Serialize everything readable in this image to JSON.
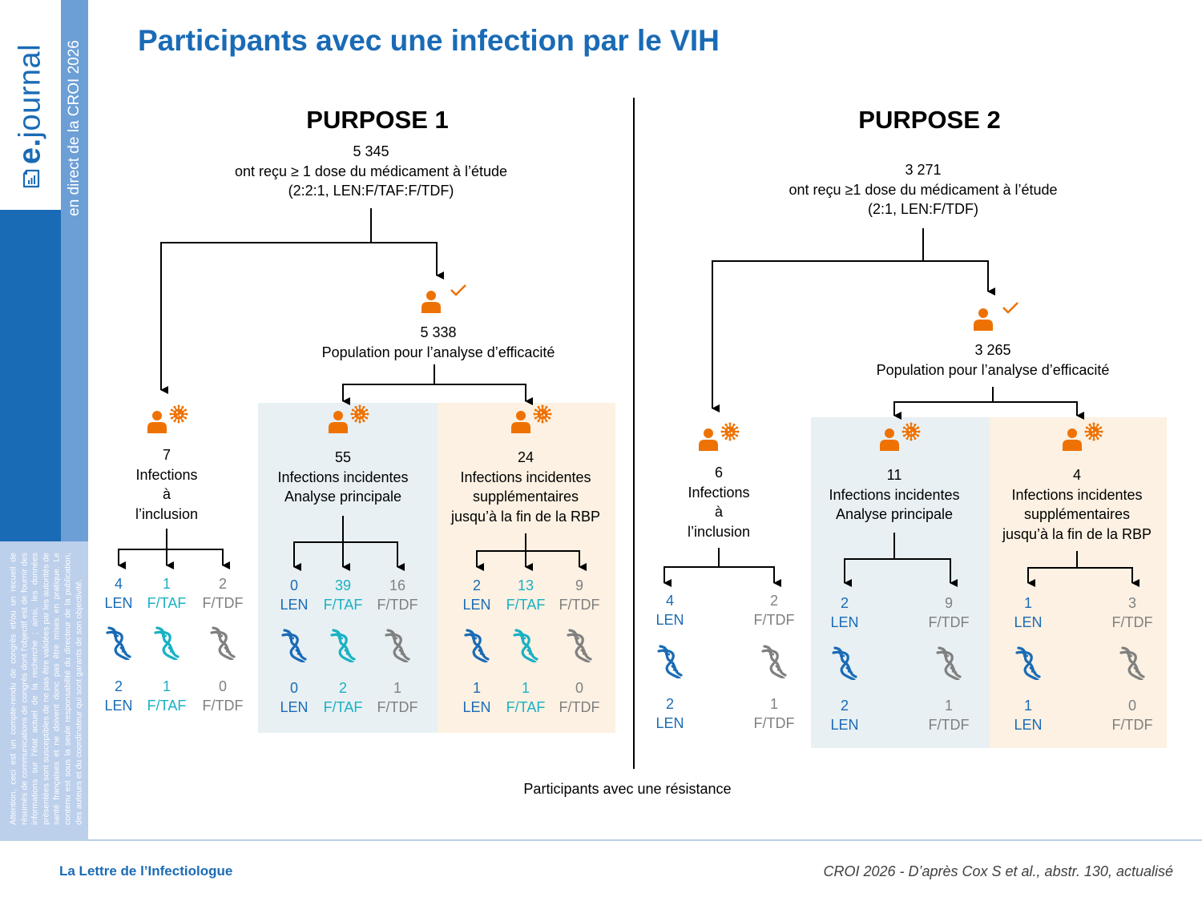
{
  "sidebar": {
    "brand_bold": "e.",
    "brand_rest": "journal",
    "subtitle": "en direct de la CROI 2026",
    "disclaimer": "Attention, ceci est un compte-rendu de congrès et/ou un recueil de résumés de communications de congrès dont l'objectif est de fournir des informations sur l'état actuel de la recherche ; ainsi, les données présentées sont susceptibles de ne pas être validées par les autorités de santé françaises et ne doivent donc pas être mises en pratique. Le contenu est sous la seule responsabilité du directeur de la publication, des auteurs et du coordinateur qui sont garants de son objectivité.",
    "icon": "report-chart-icon"
  },
  "title": "Participants avec une infection par le VIH",
  "resistance_label": "Participants avec une résistance",
  "colors": {
    "accent": "#1a6bb5",
    "orange": "#ee7203",
    "len": "#1a6bb5",
    "ftaf": "#19b1c4",
    "ftdf": "#808080"
  },
  "footer": {
    "journal": "La Lettre de l’Infectiologue",
    "source": "CROI 2026 - D’après Cox S et al., abstr. 130, actualisé"
  },
  "purpose1": {
    "title": "PURPOSE 1",
    "top": {
      "count": "5 345",
      "line1": "ont reçu ≥ 1 dose du médicament à l’étude",
      "line2": "(2:2:1, LEN:F/TAF:F/TDF)"
    },
    "efficacy": {
      "count": "5 338",
      "label": "Population pour l’analyse d’efficacité"
    },
    "baseline": {
      "count": "7",
      "line1": "Infections",
      "line2": "à",
      "line3": "l’inclusion",
      "arms": [
        {
          "n": "4",
          "arm": "LEN",
          "res": "2"
        },
        {
          "n": "1",
          "arm": "F/TAF",
          "res": "1"
        },
        {
          "n": "2",
          "arm": "F/TDF",
          "res": "0"
        }
      ]
    },
    "primary": {
      "count": "55",
      "line1": "Infections incidentes",
      "line2": "Analyse principale",
      "arms": [
        {
          "n": "0",
          "arm": "LEN",
          "res": "0"
        },
        {
          "n": "39",
          "arm": "F/TAF",
          "res": "2"
        },
        {
          "n": "16",
          "arm": "F/TDF",
          "res": "1"
        }
      ]
    },
    "additional": {
      "count": "24",
      "line1": "Infections incidentes",
      "line2": "supplémentaires",
      "line3": "jusqu’à la fin de la RBP",
      "arms": [
        {
          "n": "2",
          "arm": "LEN",
          "res": "1"
        },
        {
          "n": "13",
          "arm": "F/TAF",
          "res": "1"
        },
        {
          "n": "9",
          "arm": "F/TDF",
          "res": "0"
        }
      ]
    }
  },
  "purpose2": {
    "title": "PURPOSE 2",
    "top": {
      "count": "3 271",
      "line1": "ont reçu ≥1 dose du médicament à l’étude",
      "line2": "(2:1, LEN:F/TDF)"
    },
    "efficacy": {
      "count": "3 265",
      "label": "Population pour l’analyse d’efficacité"
    },
    "baseline": {
      "count": "6",
      "line1": "Infections",
      "line2": "à",
      "line3": "l’inclusion",
      "arms": [
        {
          "n": "4",
          "arm": "LEN",
          "res": "2"
        },
        {
          "n": "2",
          "arm": "F/TDF",
          "res": "1"
        }
      ]
    },
    "primary": {
      "count": "11",
      "line1": "Infections incidentes",
      "line2": "Analyse principale",
      "arms": [
        {
          "n": "2",
          "arm": "LEN",
          "res": "2"
        },
        {
          "n": "9",
          "arm": "F/TDF",
          "res": "1"
        }
      ]
    },
    "additional": {
      "count": "4",
      "line1": "Infections incidentes",
      "line2": "supplémentaires",
      "line3": "jusqu’à la fin de la RBP",
      "arms": [
        {
          "n": "1",
          "arm": "LEN",
          "res": "1"
        },
        {
          "n": "3",
          "arm": "F/TDF",
          "res": "0"
        }
      ]
    }
  }
}
